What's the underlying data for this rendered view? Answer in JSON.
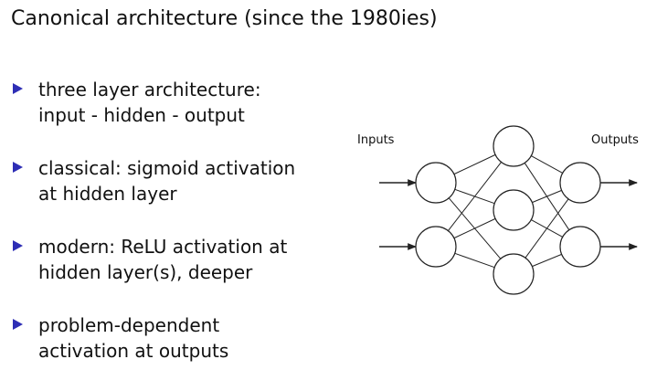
{
  "slide": {
    "title": "Canonical architecture (since the 1980ies)"
  },
  "bullets": [
    {
      "lines": [
        "three layer architecture:",
        "input - hidden - output"
      ]
    },
    {
      "lines": [
        "classical: sigmoid activation",
        "at hidden layer"
      ]
    },
    {
      "lines": [
        "modern: ReLU activation at",
        "hidden layer(s), deeper"
      ]
    },
    {
      "lines": [
        "problem-dependent",
        "activation at outputs"
      ]
    }
  ],
  "diagram": {
    "inputs_label": "Inputs",
    "outputs_label": "Outputs",
    "layers": [
      {
        "name": "input",
        "nodes": 2
      },
      {
        "name": "hidden",
        "nodes": 3
      },
      {
        "name": "output",
        "nodes": 2
      }
    ]
  },
  "colors": {
    "bullet_marker": "#2e2eb5",
    "text": "#111111",
    "lines": "#222222"
  }
}
